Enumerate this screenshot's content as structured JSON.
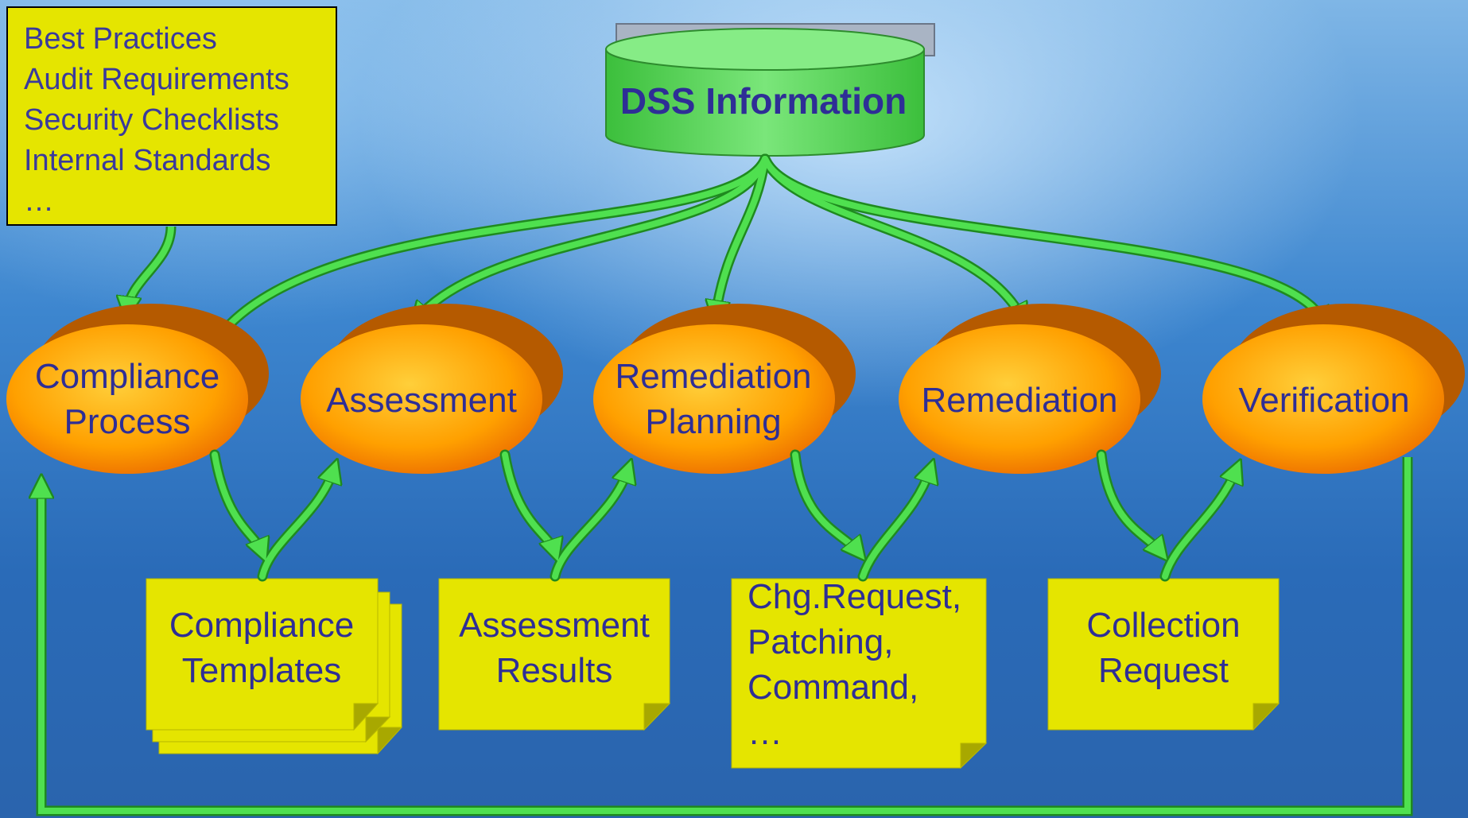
{
  "source_box": {
    "lines": [
      "Best Practices",
      "Audit Requirements",
      "Security Checklists",
      "Internal Standards",
      "…"
    ]
  },
  "database": {
    "label": "DSS Information"
  },
  "process_steps": [
    {
      "line1": "Compliance",
      "line2": "Process"
    },
    {
      "line1": "Assessment",
      "line2": ""
    },
    {
      "line1": "Remediation",
      "line2": "Planning"
    },
    {
      "line1": "Remediation",
      "line2": ""
    },
    {
      "line1": "Verification",
      "line2": ""
    }
  ],
  "artifacts": [
    {
      "lines": [
        "Compliance",
        "Templates"
      ]
    },
    {
      "lines": [
        "Assessment",
        "Results"
      ]
    },
    {
      "lines": [
        "Chg.Request,",
        "Patching,",
        "Command,",
        "…"
      ]
    },
    {
      "lines": [
        "Collection",
        "Request"
      ]
    }
  ],
  "colors": {
    "arrow": "#4fe04f",
    "arrow_edge": "#1f8a1f",
    "process_fill": "#ff9a00",
    "process_shadow": "#b55a00",
    "note_fill": "#e5e500",
    "text": "#2e2e96",
    "database_fill": "#5fd35f"
  }
}
